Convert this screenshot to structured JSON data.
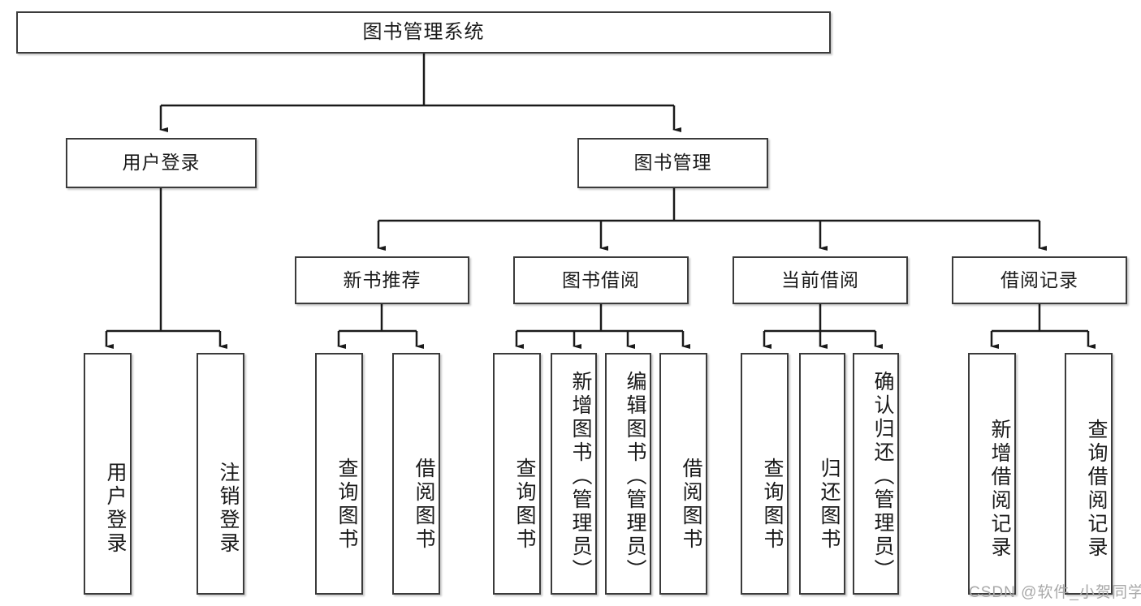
{
  "diagram": {
    "type": "tree",
    "title_node": "图书管理系统",
    "colors": {
      "box_border": "#3b3b3b",
      "box_fill": "#ffffff",
      "edge": "#1a1a1a",
      "text": "#1a1a1a",
      "watermark": "#a8a8a8"
    },
    "nodes": {
      "root": {
        "label": "图书管理系统"
      },
      "level1": [
        {
          "id": "user-login",
          "label": "用户登录"
        },
        {
          "id": "book-management",
          "label": "图书管理"
        }
      ],
      "level2": [
        {
          "id": "new-book-recommend",
          "label": "新书推荐"
        },
        {
          "id": "book-borrow",
          "label": "图书借阅"
        },
        {
          "id": "current-borrow",
          "label": "当前借阅"
        },
        {
          "id": "borrow-record",
          "label": "借阅记录"
        }
      ],
      "leaves": {
        "user_login": [
          {
            "id": "leaf-user-login",
            "label": "用户登录"
          },
          {
            "id": "leaf-logout",
            "label": "注销登录"
          }
        ],
        "new_book_recommend": [
          {
            "id": "leaf-query-book-1",
            "label": "查询图书"
          },
          {
            "id": "leaf-borrow-book-1",
            "label": "借阅图书"
          }
        ],
        "book_borrow": [
          {
            "id": "leaf-query-book-2",
            "label": "查询图书"
          },
          {
            "id": "leaf-add-book",
            "label": "新增图书（管理员）"
          },
          {
            "id": "leaf-edit-book",
            "label": "编辑图书（管理员）"
          },
          {
            "id": "leaf-borrow-book-2",
            "label": "借阅图书"
          }
        ],
        "current_borrow": [
          {
            "id": "leaf-query-book-3",
            "label": "查询图书"
          },
          {
            "id": "leaf-return-book",
            "label": "归还图书"
          },
          {
            "id": "leaf-confirm-return",
            "label": "确认归还（管理员）"
          }
        ],
        "borrow_record": [
          {
            "id": "leaf-add-record",
            "label": "新增借阅记录"
          },
          {
            "id": "leaf-query-record",
            "label": "查询借阅记录"
          }
        ]
      }
    }
  },
  "watermark": {
    "text": "CSDN @软件_小贺同学"
  }
}
